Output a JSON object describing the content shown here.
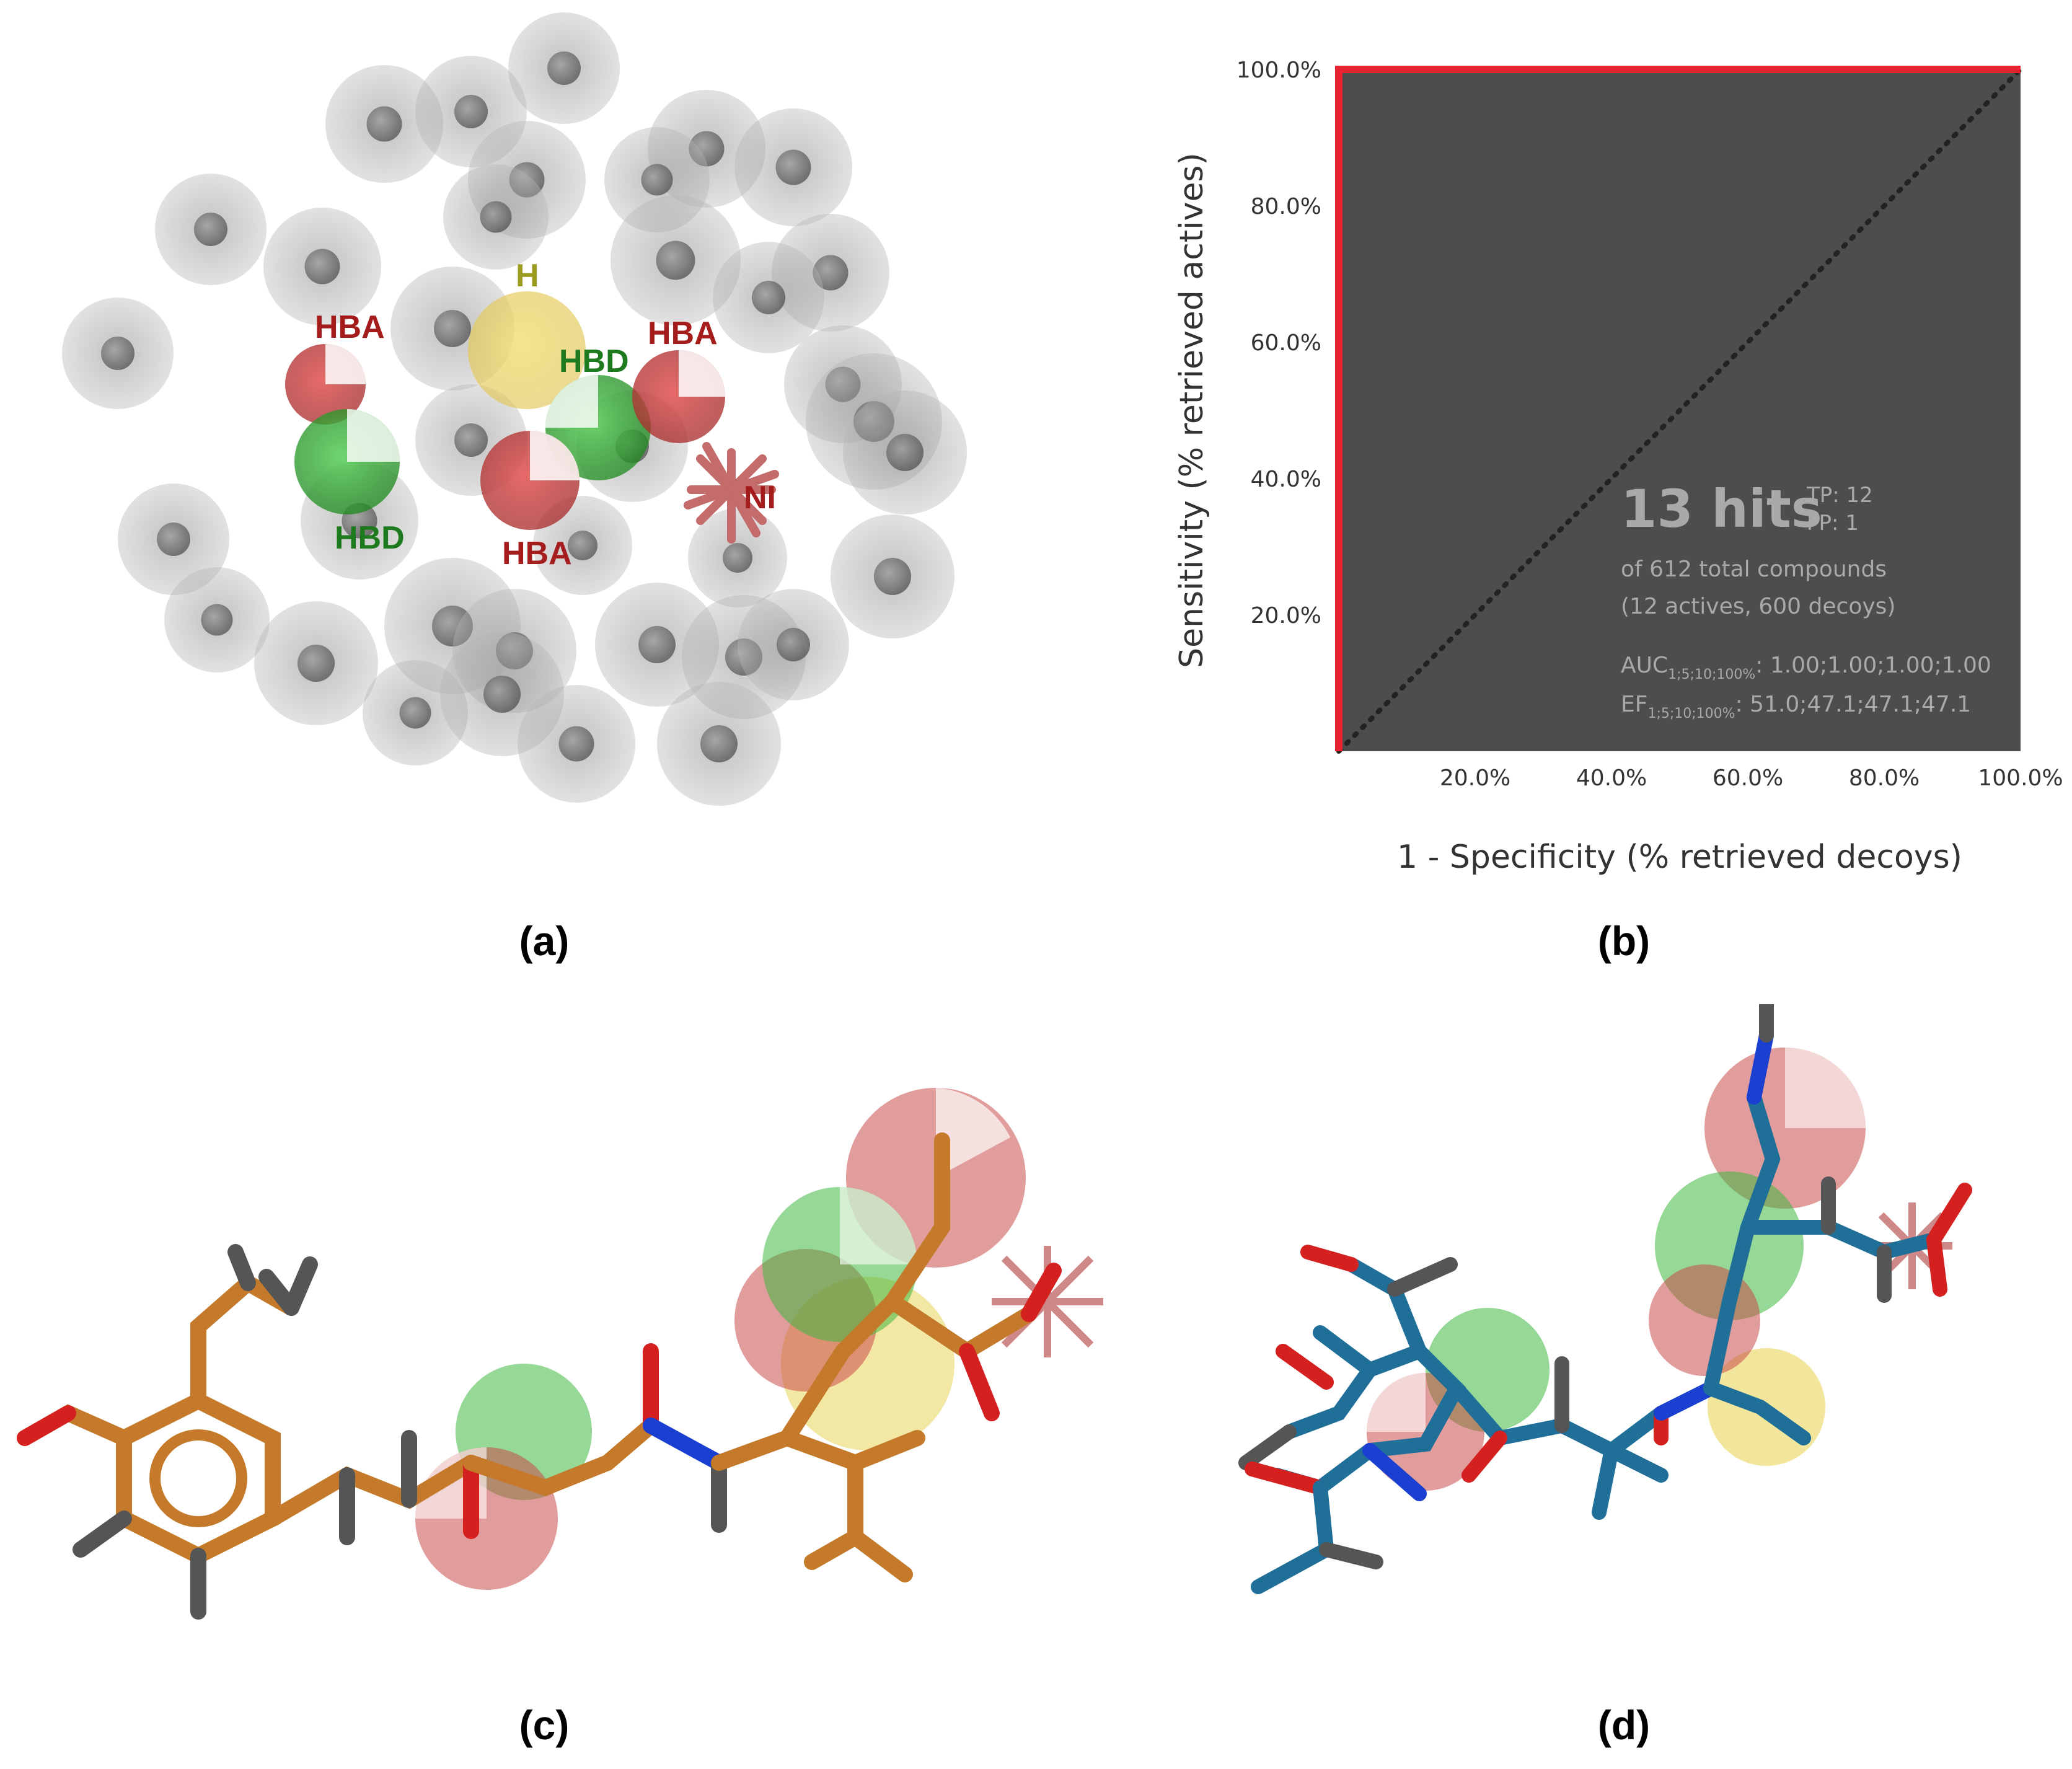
{
  "panels": {
    "a": {
      "caption": "(a)",
      "labels": [
        "HBA",
        "H",
        "HBA",
        "HBD",
        "HBD",
        "HBA",
        "NI"
      ]
    },
    "b": {
      "caption": "(b)",
      "hits": "13 hits",
      "tp": "TP: 12",
      "fp": "FP: 1",
      "total": "of 612 total compounds",
      "breakdown": "(12 actives, 600 decoys)",
      "auc_label": "AUC",
      "auc_sub": "1;5;10;100%",
      "auc_values": ": 1.00;1.00;1.00;1.00",
      "ef_label": "EF",
      "ef_sub": "1;5;10;100%",
      "ef_values": ": 51.0;47.1;47.1;47.1"
    },
    "c": {
      "caption": "(c)"
    },
    "d": {
      "caption": "(d)"
    }
  },
  "chart_data": {
    "type": "line",
    "xlabel": "1 - Specificity (% retrieved decoys)",
    "ylabel": "Sensitivity (% retrieved actives)",
    "xlim": [
      0,
      100
    ],
    "ylim": [
      0,
      100
    ],
    "x_ticks": [
      "20.0%",
      "40.0%",
      "60.0%",
      "80.0%",
      "100.0%"
    ],
    "y_ticks": [
      "20.0%",
      "40.0%",
      "60.0%",
      "80.0%",
      "100.0%"
    ],
    "series": [
      {
        "x": [
          0,
          0,
          100
        ],
        "y": [
          0,
          100,
          100
        ],
        "color": "#e8232f"
      },
      {
        "x": [
          0,
          100
        ],
        "y": [
          0,
          100
        ],
        "color": "#222222",
        "style": "dotted"
      }
    ],
    "background": "#4d4d4d"
  },
  "colors": {
    "hba": "#a51c1c",
    "hbd": "#1e7a1e",
    "h": "#9c9c20",
    "ni": "#a51c1c",
    "roc_curve": "#e8232f",
    "carbon_c": "#c47a2a",
    "carbon_d": "#1f6f99"
  }
}
